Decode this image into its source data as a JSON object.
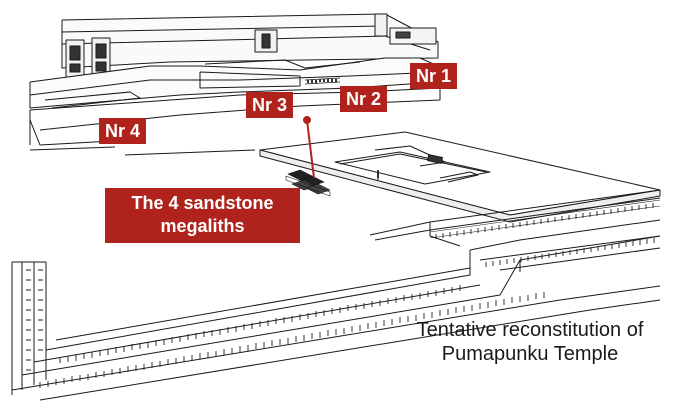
{
  "labels": {
    "nr1": "Nr 1",
    "nr2": "Nr 2",
    "nr3": "Nr 3",
    "nr4": "Nr 4"
  },
  "callout": {
    "line1": "The 4 sandstone",
    "line2": "megaliths"
  },
  "caption": {
    "line1": "Tentative reconstitution of",
    "line2": "Pumapunku Temple"
  },
  "colors": {
    "label_background": "#b0231c",
    "label_text": "#ffffff",
    "line_art": "#1a1a1a",
    "background": "#ffffff"
  }
}
